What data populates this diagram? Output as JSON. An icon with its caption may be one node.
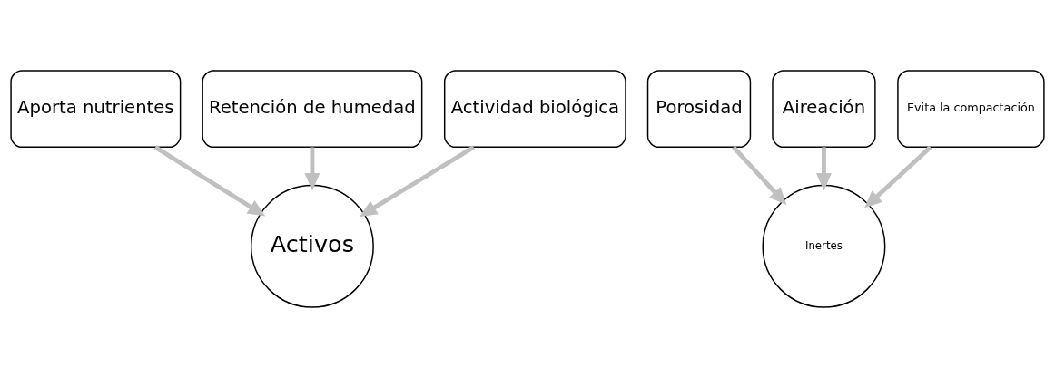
{
  "diagram": {
    "nodes": [
      {
        "text": [
          "Aporta nutrientes"
        ]
      },
      {
        "text": [
          "Retención de humedad"
        ]
      },
      {
        "text": [
          "Actividad biológica"
        ]
      },
      {
        "text": [
          "Activos"
        ]
      },
      {
        "text": [
          "Porosidad"
        ]
      },
      {
        "text": [
          "Aireación"
        ]
      },
      {
        "text": [
          "Evita la compactación"
        ]
      },
      {
        "text": [
          "Inertes"
        ]
      }
    ],
    "edges": [
      {
        "from": 0,
        "to": 3,
        "arrow": "to"
      },
      {
        "from": 1,
        "to": 3,
        "arrow": "to"
      },
      {
        "from": 2,
        "to": 3,
        "arrow": "to"
      },
      {
        "from": 4,
        "to": 7,
        "arrow": "to"
      },
      {
        "from": 5,
        "to": 7,
        "arrow": "to"
      },
      {
        "from": 6,
        "to": 7,
        "arrow": "to"
      }
    ]
  }
}
